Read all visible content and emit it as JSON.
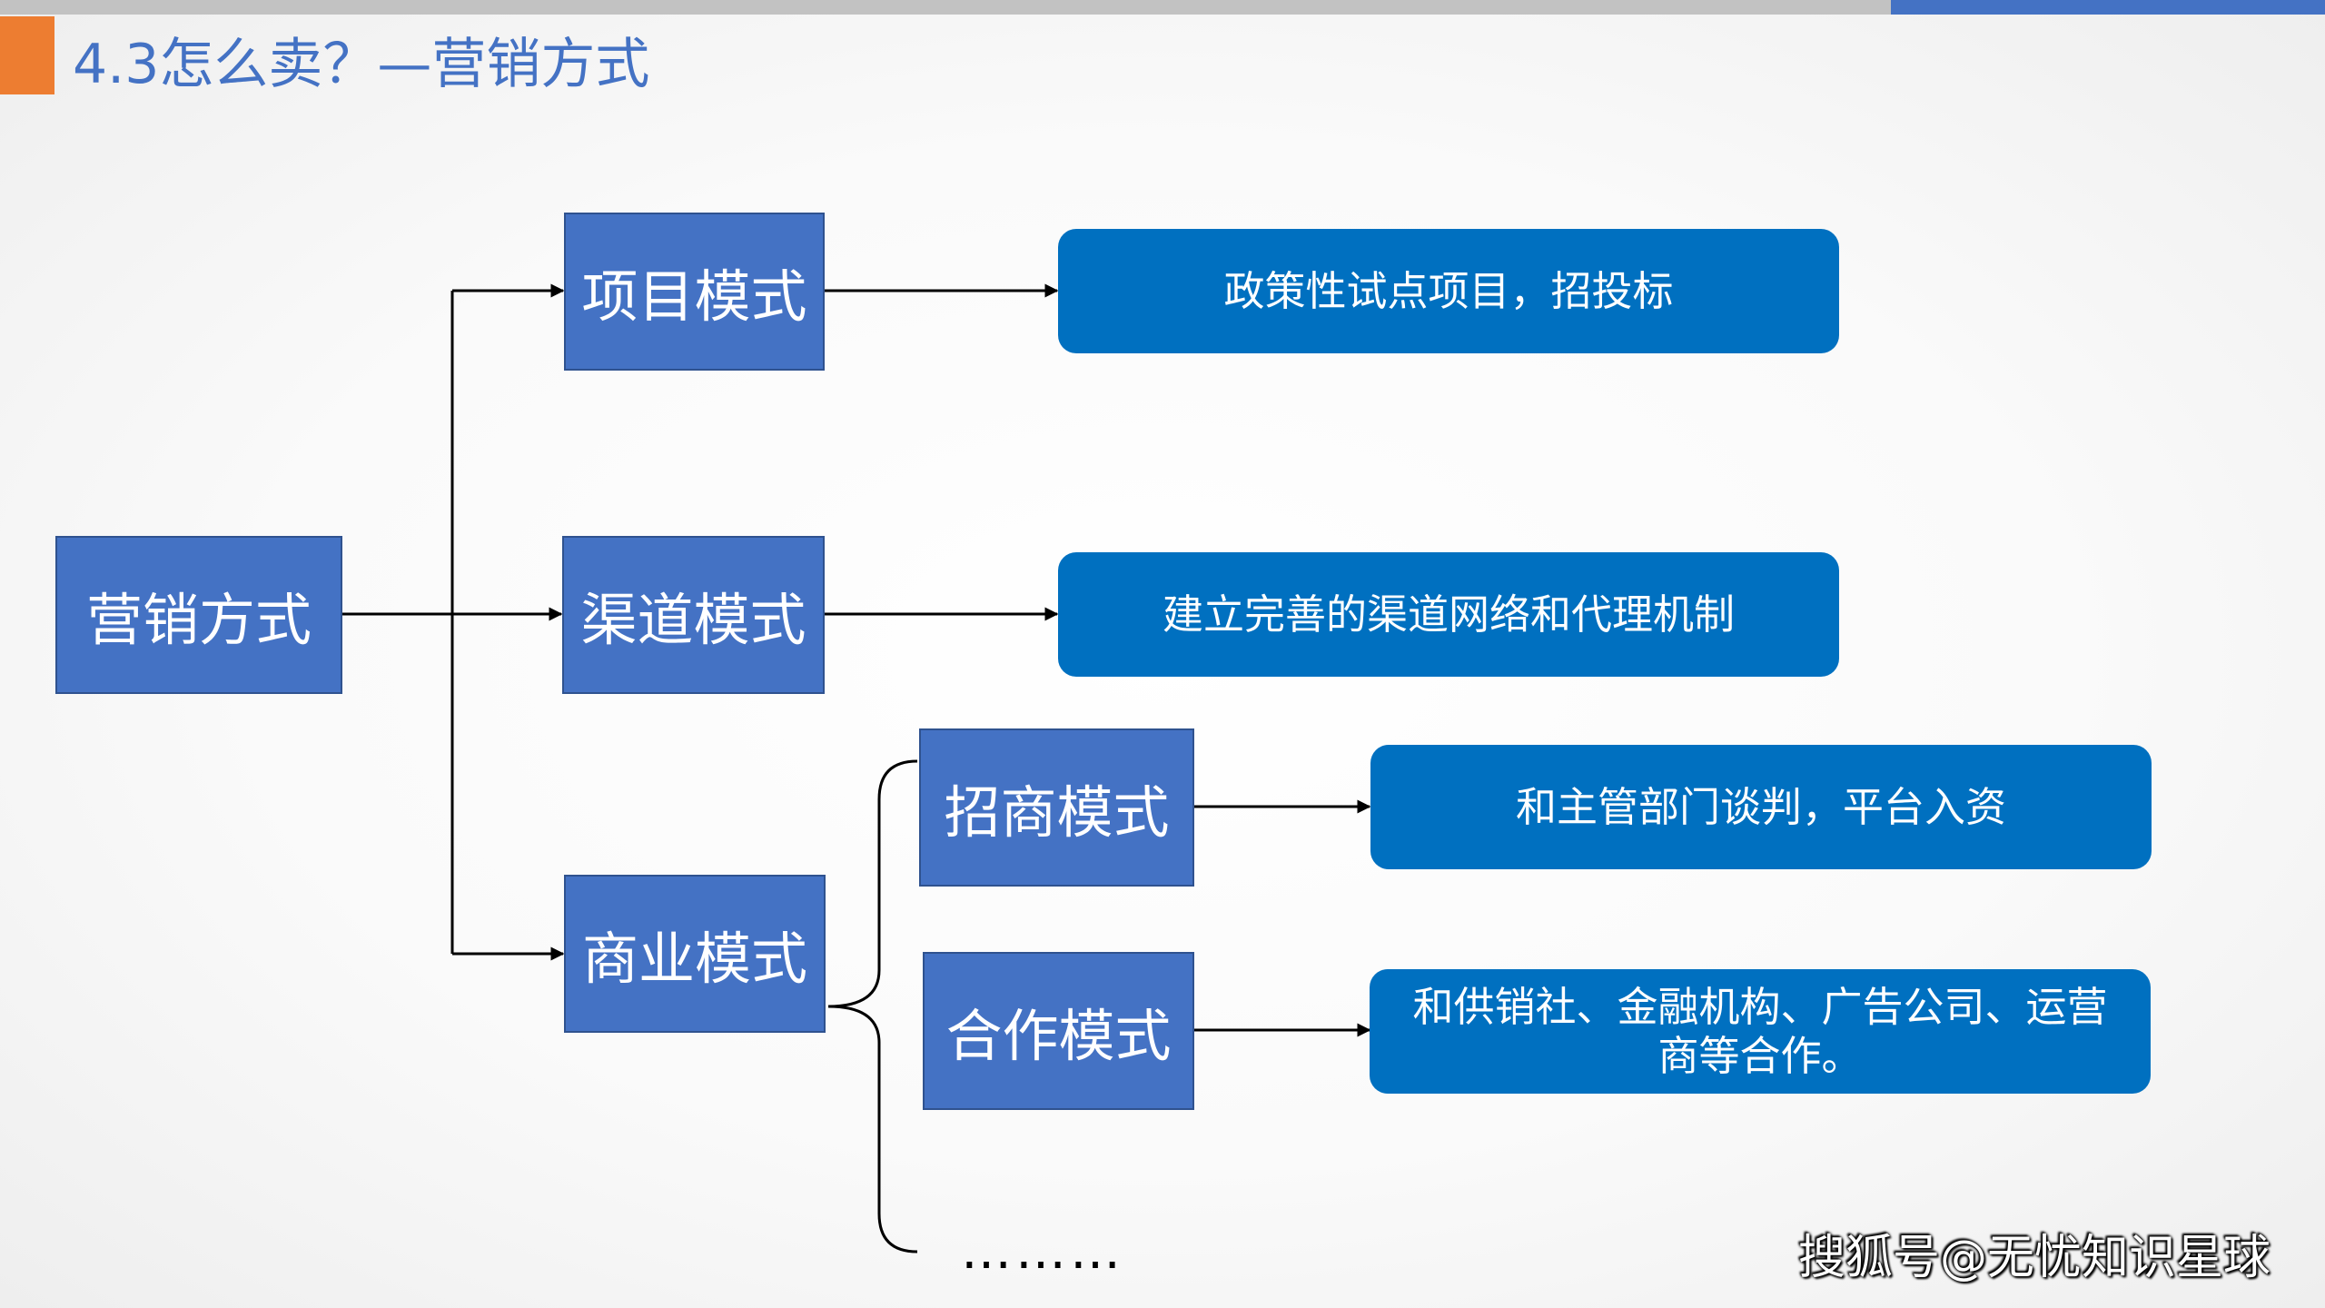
{
  "slide": {
    "title": "4.3怎么卖？—营销方式",
    "accent_color": "#ed7d31",
    "title_color": "#4472c4"
  },
  "diagram": {
    "root": "营销方式",
    "modes": {
      "project": "项目模式",
      "channel": "渠道模式",
      "business": "商业模式",
      "investment": "招商模式",
      "cooperation": "合作模式"
    },
    "descriptions": {
      "project": "政策性试点项目，招投标",
      "channel": "建立完善的渠道网络和代理机制",
      "investment": "和主管部门谈判，平台入资",
      "cooperation": "和供销社、金融机构、广告公司、运营商等合作。"
    },
    "more": "………",
    "box_color": "#4472c4",
    "desc_color": "#0070c0"
  },
  "watermark": "搜狐号@无忧知识星球"
}
